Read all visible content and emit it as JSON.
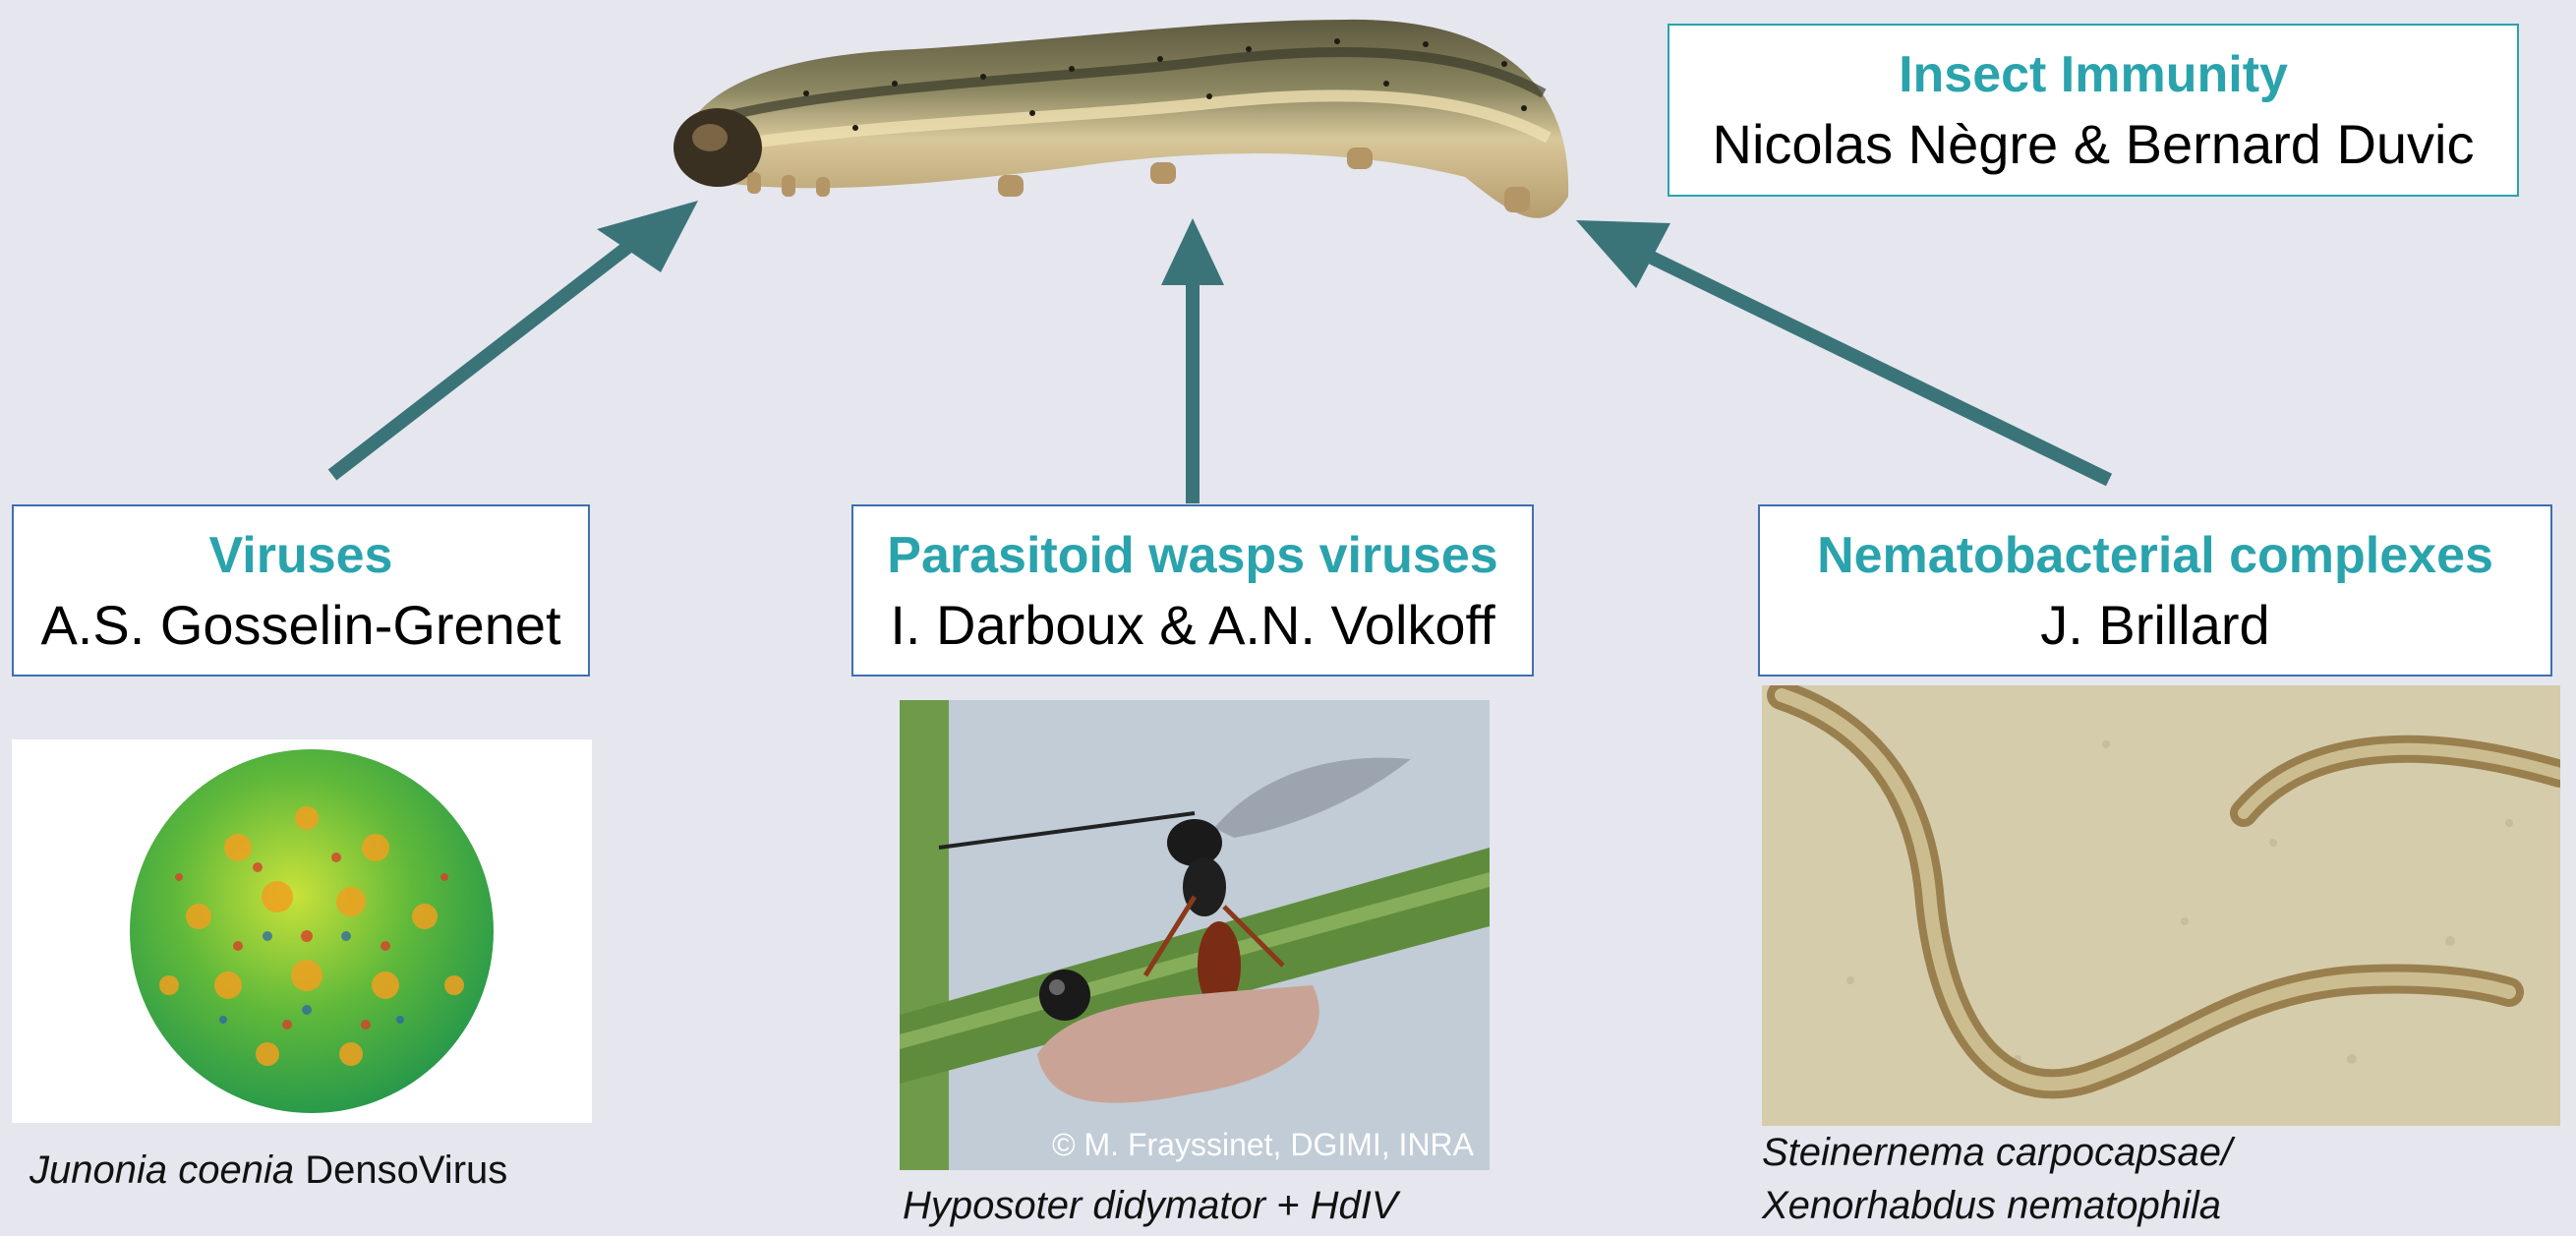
{
  "top_box": {
    "title": "Insect Immunity",
    "subtitle": "Nicolas Nègre & Bernard Duvic"
  },
  "boxes": [
    {
      "title": "Viruses",
      "subtitle": "A.S. Gosselin-Grenet"
    },
    {
      "title": "Parasitoid wasps viruses",
      "subtitle": "I. Darboux & A.N. Volkoff"
    },
    {
      "title": "Nematobacterial complexes",
      "subtitle": "J. Brillard"
    }
  ],
  "captions": {
    "virus": {
      "italic": "Junonia coenia",
      "plain": " DensoVirus"
    },
    "wasp": {
      "text": "Hyposoter didymator + HdIV"
    },
    "nematode_line1": "Steinernema carpocapsae/",
    "nematode_line2": "Xenorhabdus nematophila"
  },
  "photo_credit": "© M. Frayssinet, DGIMI, INRA",
  "colors": {
    "accent": "#2aa3ad",
    "arrow": "#3a7479",
    "box_border": "#3f6fb0",
    "background": "#e5e6ee"
  },
  "icons": [
    "caterpillar-image",
    "virus-image",
    "wasp-photo",
    "nematode-photo",
    "arrow-icon"
  ]
}
